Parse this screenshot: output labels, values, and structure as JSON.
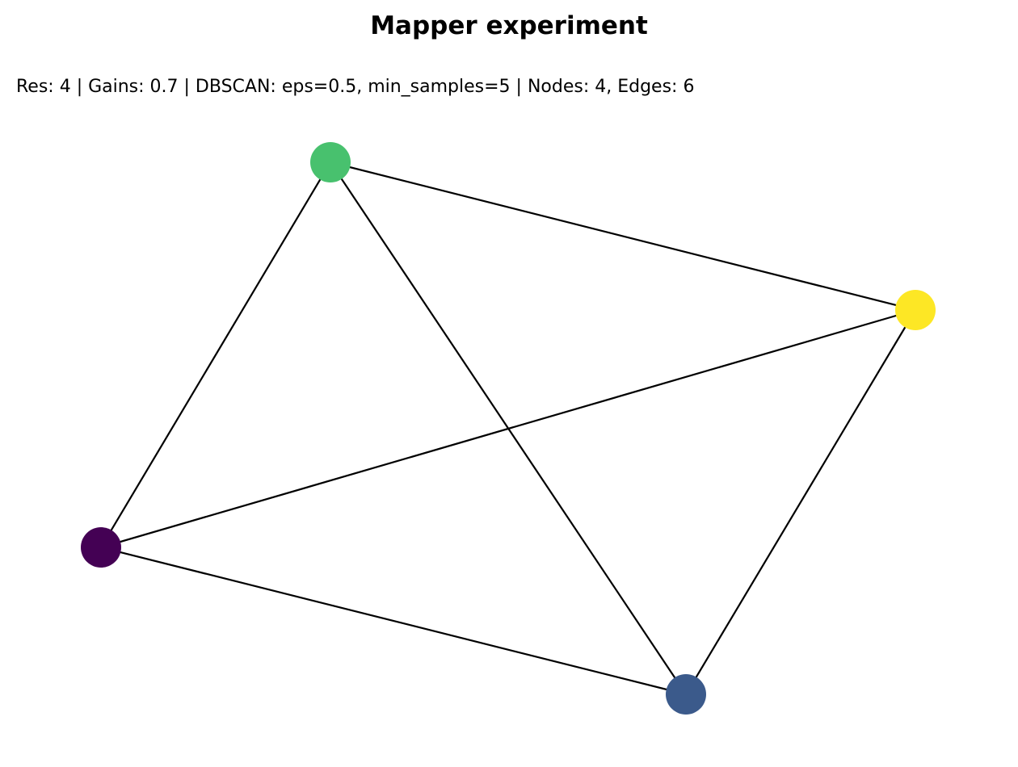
{
  "title": "Mapper experiment",
  "subtitle": "Res: 4 | Gains: 0.7 | DBSCAN: eps=0.5, min_samples=5 | Nodes: 4, Edges: 6",
  "graph": {
    "edge_color": "#000000",
    "nodes": [
      {
        "id": "top",
        "color": "#48c16e"
      },
      {
        "id": "right",
        "color": "#fde725"
      },
      {
        "id": "left",
        "color": "#440154"
      },
      {
        "id": "bottom",
        "color": "#3b5a8b"
      }
    ],
    "edges": [
      [
        "top",
        "right"
      ],
      [
        "top",
        "left"
      ],
      [
        "top",
        "bottom"
      ],
      [
        "right",
        "left"
      ],
      [
        "right",
        "bottom"
      ],
      [
        "left",
        "bottom"
      ]
    ]
  }
}
